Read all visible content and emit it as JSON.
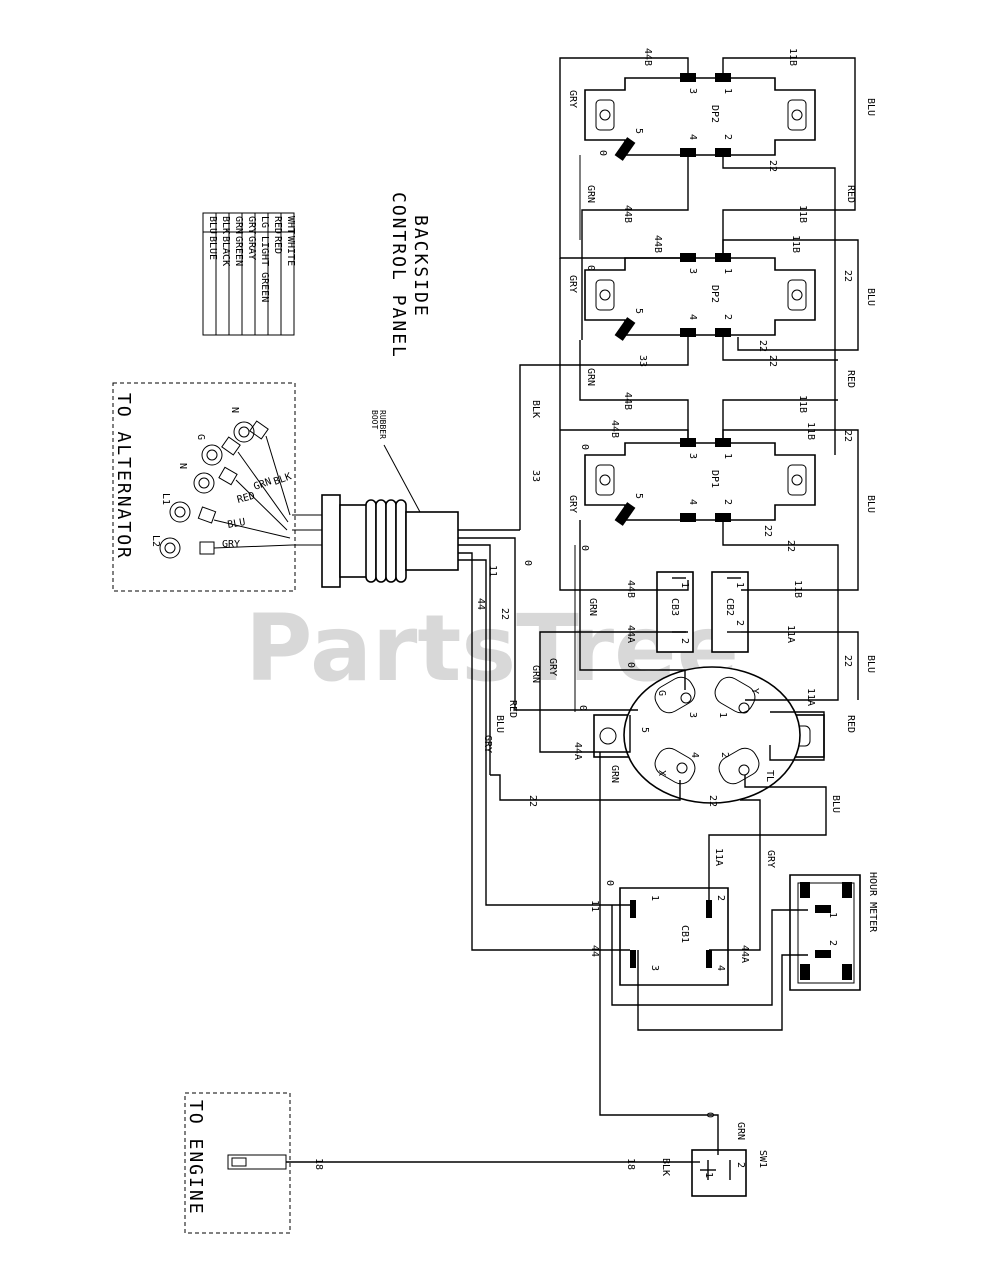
{
  "panel_title": [
    "BACKSIDE",
    "CONTROL PANEL"
  ],
  "legend": [
    [
      "WHT",
      "WHITE"
    ],
    [
      "RED",
      "RED"
    ],
    [
      "LG",
      "LIGHT GREEN"
    ],
    [
      "GRY",
      "GRAY"
    ],
    [
      "GRN",
      "GREEN"
    ],
    [
      "BLK",
      "BLACK"
    ],
    [
      "BLU",
      "BLUE"
    ]
  ],
  "alternator": {
    "title": "TO ALTERNATOR",
    "rubber_boot": [
      "RUBBER",
      "BOOT"
    ],
    "leads": [
      {
        "terminal": "N",
        "wire": "BLK"
      },
      {
        "terminal": "G",
        "wire": "GRN"
      },
      {
        "terminal": "N",
        "wire": "RED"
      },
      {
        "terminal": "L1",
        "wire": "BLU"
      },
      {
        "terminal": "L2",
        "wire": "GRY"
      }
    ]
  },
  "engine": {
    "title": "TO ENGINE",
    "wire_num": "18"
  },
  "components": {
    "dp2_top": "DP2",
    "dp2_mid": "DP2",
    "dp1": "DP1",
    "cb3": "CB3",
    "cb2": "CB2",
    "cb1": "CB1",
    "hour_meter": "HOUR METER",
    "sw1": "SW1"
  },
  "pins": {
    "dp": [
      "1",
      "2",
      "3",
      "4",
      "5"
    ],
    "cb": [
      "1",
      "2"
    ],
    "cb1": [
      "1",
      "2",
      "3",
      "4"
    ],
    "receptacle": [
      "1",
      "2",
      "3",
      "4",
      "5"
    ],
    "receptacle_letters": [
      "Y",
      "G",
      "X",
      "TL"
    ],
    "hour_meter": [
      "1",
      "2"
    ],
    "sw1": [
      "1",
      "2"
    ]
  },
  "wire_labels": {
    "n44B": "44B",
    "n11B": "11B",
    "n22": "22",
    "n0": "0",
    "n33": "33",
    "n44A": "44A",
    "n11A": "11A",
    "n11": "11",
    "n44": "44",
    "n18": "18",
    "gry": "GRY",
    "blu": "BLU",
    "red": "RED",
    "grn": "GRN",
    "blk": "BLK"
  },
  "watermark": "PartsTree"
}
